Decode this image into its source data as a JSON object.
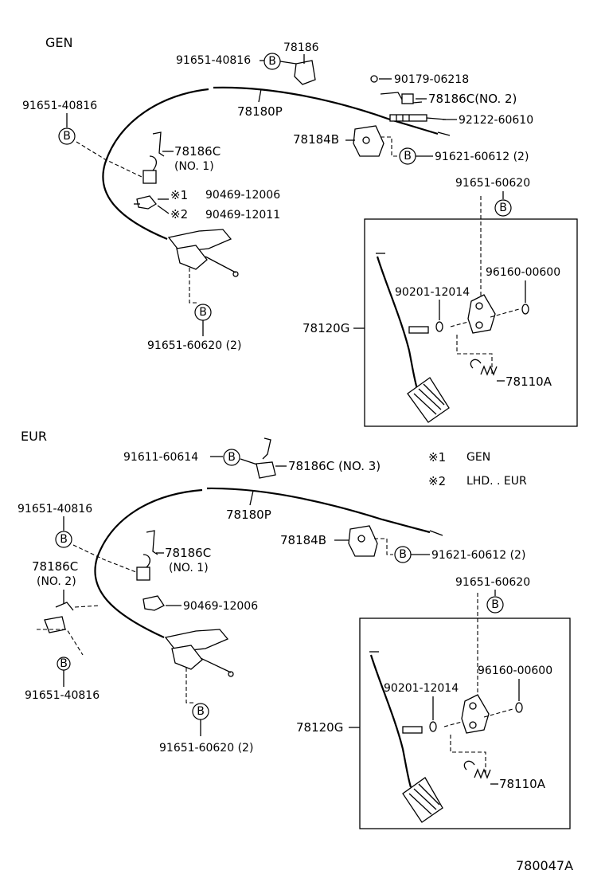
{
  "sections": {
    "gen": "GEN",
    "eur": "EUR"
  },
  "bolt_symbol": "B",
  "gen": {
    "p_78186": "78186",
    "p_91651_40816_top": "91651-40816",
    "p_78180P": "78180P",
    "p_90179": "90179-06218",
    "p_78186C_no2": "78186C(NO. 2)",
    "p_92122": "92122-60610",
    "p_78184B": "78184B",
    "p_91621": "91621-60612 (2)",
    "p_91651_40816_left": "91651-40816",
    "p_78186C": "78186C",
    "p_no1": "(NO. 1)",
    "note1_mark": "※1",
    "p_90469_12006": "90469-12006",
    "note2_mark": "※2",
    "p_90469_12011": "90469-12011",
    "p_91651_60620_box": "91651-60620",
    "p_90201": "90201-12014",
    "p_96160": "96160-00600",
    "p_78120G": "78120G",
    "p_78110A": "78110A",
    "p_91651_60620_2": "91651-60620 (2)"
  },
  "eur": {
    "p_91611": "91611-60614",
    "p_78186C_no3": "78186C (NO. 3)",
    "p_78180P": "78180P",
    "p_91651_40816_a": "91651-40816",
    "p_78186C_a": "78186C",
    "p_78186C_b": "78186C",
    "p_no2": "(NO. 2)",
    "p_no1": "(NO. 1)",
    "p_78184B": "78184B",
    "p_91621": "91621-60612 (2)",
    "p_90469": "90469-12006",
    "p_91651_40816_b": "91651-40816",
    "p_91651_60620_box": "91651-60620",
    "p_90201": "90201-12014",
    "p_96160": "96160-00600",
    "p_78120G": "78120G",
    "p_78110A": "78110A",
    "p_91651_60620_2": "91651-60620 (2)"
  },
  "notes": {
    "n1_mark": "※1",
    "n1_text": "GEN",
    "n2_mark": "※2",
    "n2_text": "LHD. . EUR"
  },
  "figure_code": "780047A"
}
